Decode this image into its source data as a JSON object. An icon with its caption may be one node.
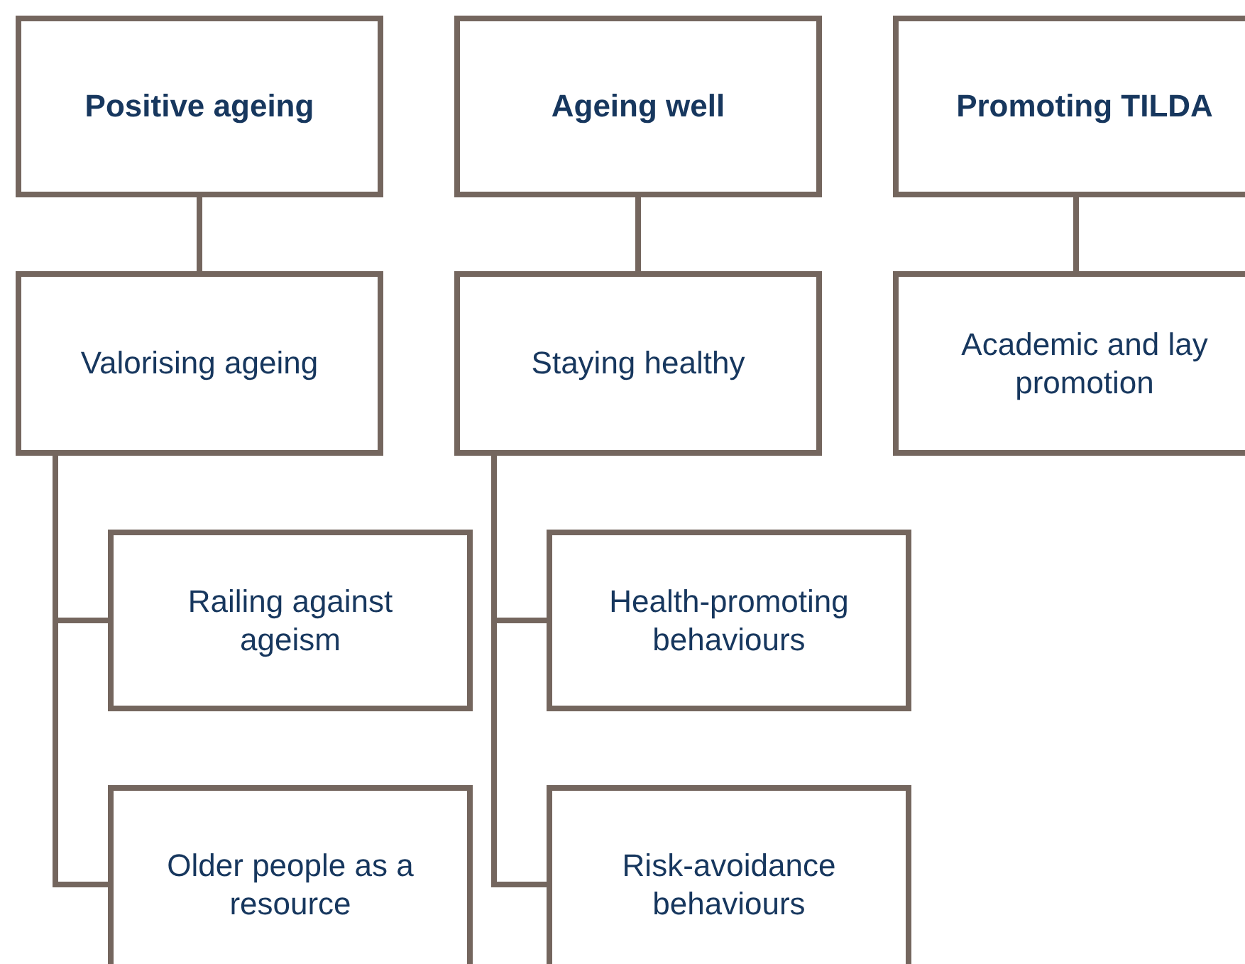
{
  "diagram": {
    "nodes": [
      {
        "text": [
          "Positive ageing"
        ]
      },
      {
        "text": [
          "Ageing well"
        ]
      },
      {
        "text": [
          "Promoting TILDA"
        ]
      },
      {
        "text": [
          "Valorising ageing"
        ]
      },
      {
        "text": [
          "Staying healthy"
        ]
      },
      {
        "text": [
          "Academic and lay promotion"
        ]
      },
      {
        "text": [
          "Railing against ageism"
        ]
      },
      {
        "text": [
          "Health-promoting behaviours"
        ]
      },
      {
        "text": [
          "Older people as a resource"
        ]
      },
      {
        "text": [
          "Risk-avoidance behaviours"
        ]
      }
    ],
    "edges": [
      {
        "from": 0,
        "to": 3,
        "arrow": "none"
      },
      {
        "from": 1,
        "to": 4,
        "arrow": "none"
      },
      {
        "from": 2,
        "to": 5,
        "arrow": "none"
      },
      {
        "from": 3,
        "to": 6,
        "arrow": "none"
      },
      {
        "from": 3,
        "to": 8,
        "arrow": "none"
      },
      {
        "from": 4,
        "to": 7,
        "arrow": "none"
      },
      {
        "from": 4,
        "to": 9,
        "arrow": "none"
      }
    ]
  }
}
